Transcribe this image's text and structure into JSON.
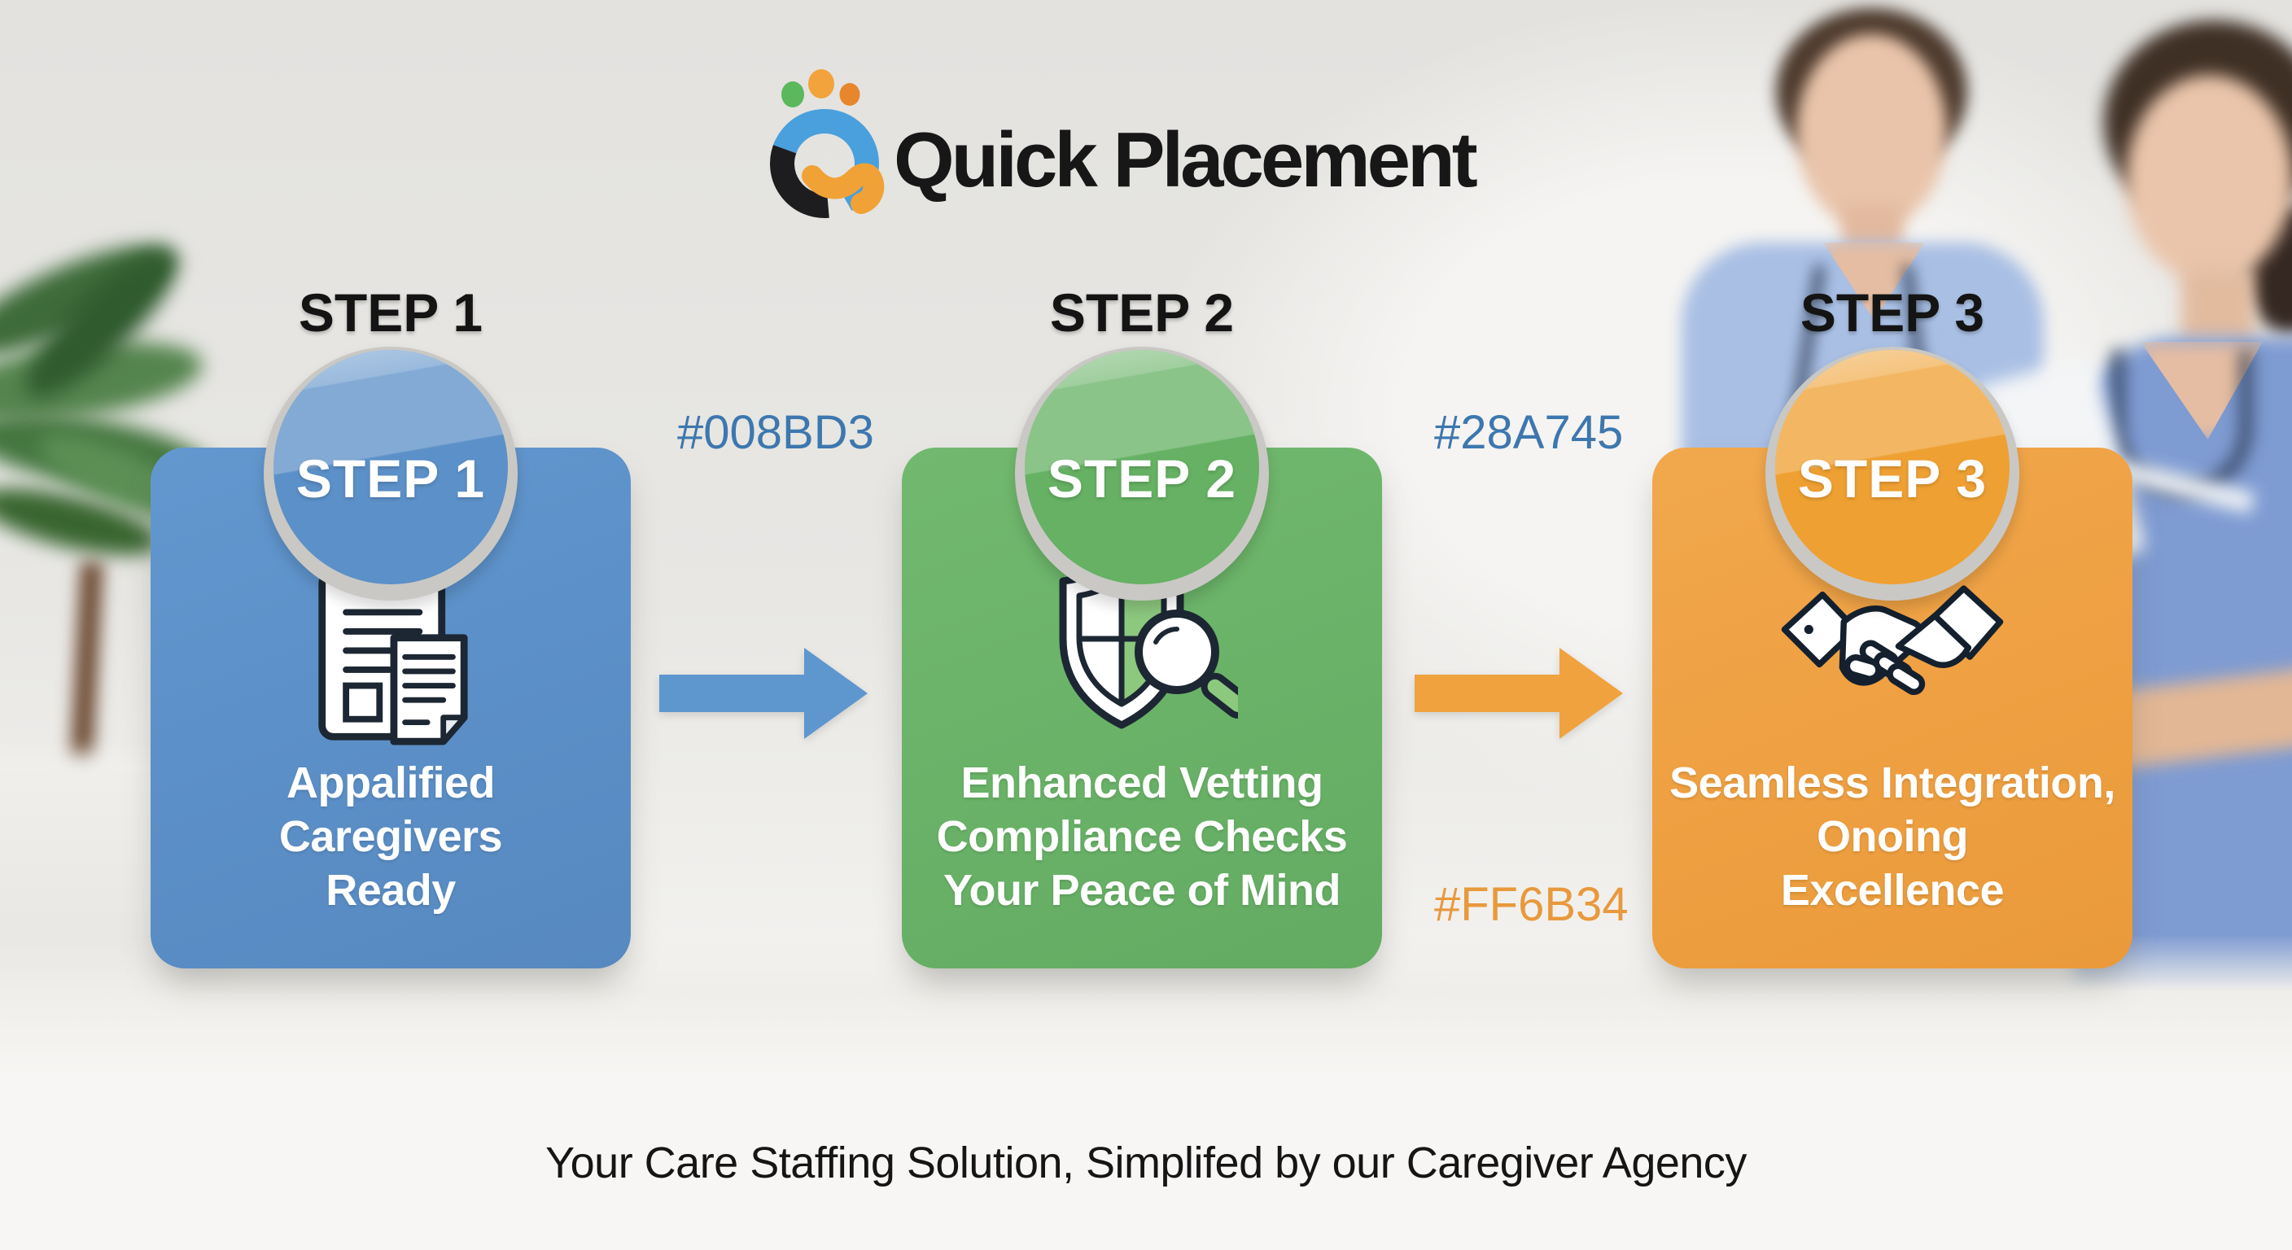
{
  "brand": {
    "name": "Quick Placement",
    "logo_icon": "q-mark-icon",
    "logo_colors": {
      "q_blue": "#4AA0DC",
      "q_black": "#1D1D1F",
      "q_orange": "#F0A236",
      "dot_green": "#5BB85C",
      "dot_orange_large": "#F2A33C",
      "dot_orange_small": "#E8862E"
    }
  },
  "steps": [
    {
      "heading": "STEP 1",
      "badge_label": "STEP 1",
      "card_color": "#5C90C8",
      "icon": "clipboard-documents-icon",
      "lines": [
        "Appalified",
        "Caregivers",
        "Ready"
      ]
    },
    {
      "heading": "STEP 2",
      "badge_label": "STEP 2",
      "card_color": "#6BB369",
      "icon": "shield-magnifier-icon",
      "lines": [
        "Enhanced Vetting",
        "Compliance Checks",
        "Your Peace of Mind"
      ]
    },
    {
      "heading": "STEP 3",
      "badge_label": "STEP 3",
      "card_color": "#EFA143",
      "icon": "handshake-icon",
      "lines": [
        "Seamless Integration,",
        "Onoing",
        "Excellence"
      ]
    }
  ],
  "hex_labels": [
    {
      "text": "#008BD3",
      "color": "#3D77AE"
    },
    {
      "text": "#28A745",
      "color": "#3D77AE"
    },
    {
      "text": "#FF6B34",
      "color": "#E8993C"
    }
  ],
  "arrows": [
    {
      "direction": "right",
      "color": "#5E96CE"
    },
    {
      "direction": "right",
      "color": "#F0A23E"
    }
  ],
  "tagline": "Your Care Staffing Solution, Simplifed by our Caregiver Agency",
  "background_decor": [
    "potted-plant",
    "nurse-photo-left",
    "nurse-photo-right",
    "table-surface"
  ]
}
